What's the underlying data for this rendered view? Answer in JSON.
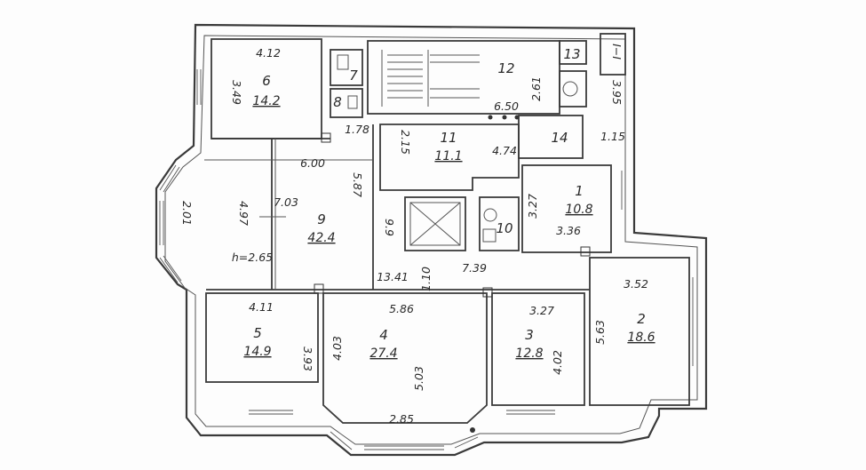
{
  "rooms": [
    {
      "key": "r6",
      "number": "6",
      "area": "14.2"
    },
    {
      "key": "r9",
      "number": "9",
      "area": "42.4"
    },
    {
      "key": "r11",
      "number": "11",
      "area": "11.1"
    },
    {
      "key": "r1",
      "number": "1",
      "area": "10.8"
    },
    {
      "key": "r2",
      "number": "2",
      "area": "18.6"
    },
    {
      "key": "r3",
      "number": "3",
      "area": "12.8"
    },
    {
      "key": "r4",
      "number": "4",
      "area": "27.4"
    },
    {
      "key": "r5",
      "number": "5",
      "area": "14.9"
    },
    {
      "key": "r7",
      "number": "7"
    },
    {
      "key": "r8",
      "number": "8"
    },
    {
      "key": "r10",
      "number": "10"
    },
    {
      "key": "r12",
      "number": "12"
    },
    {
      "key": "r13",
      "number": "13"
    },
    {
      "key": "r14",
      "number": "14"
    }
  ],
  "dimensions": [
    "4.12",
    "3.49",
    "1.78",
    "6.00",
    "7.03",
    "4.97",
    "2.01",
    "5.87",
    "2.15",
    "4.74",
    "6.50",
    "2.61",
    "3.95",
    "1.15",
    "3.27",
    "3.36",
    "9.9",
    "13.41",
    "1.10",
    "7.39",
    "3.52",
    "5.63",
    "3.27",
    "4.02",
    "4.11",
    "3.93",
    "5.86",
    "4.03",
    "5.03",
    "2.85",
    "I−I"
  ],
  "height_note": "h=2.65"
}
